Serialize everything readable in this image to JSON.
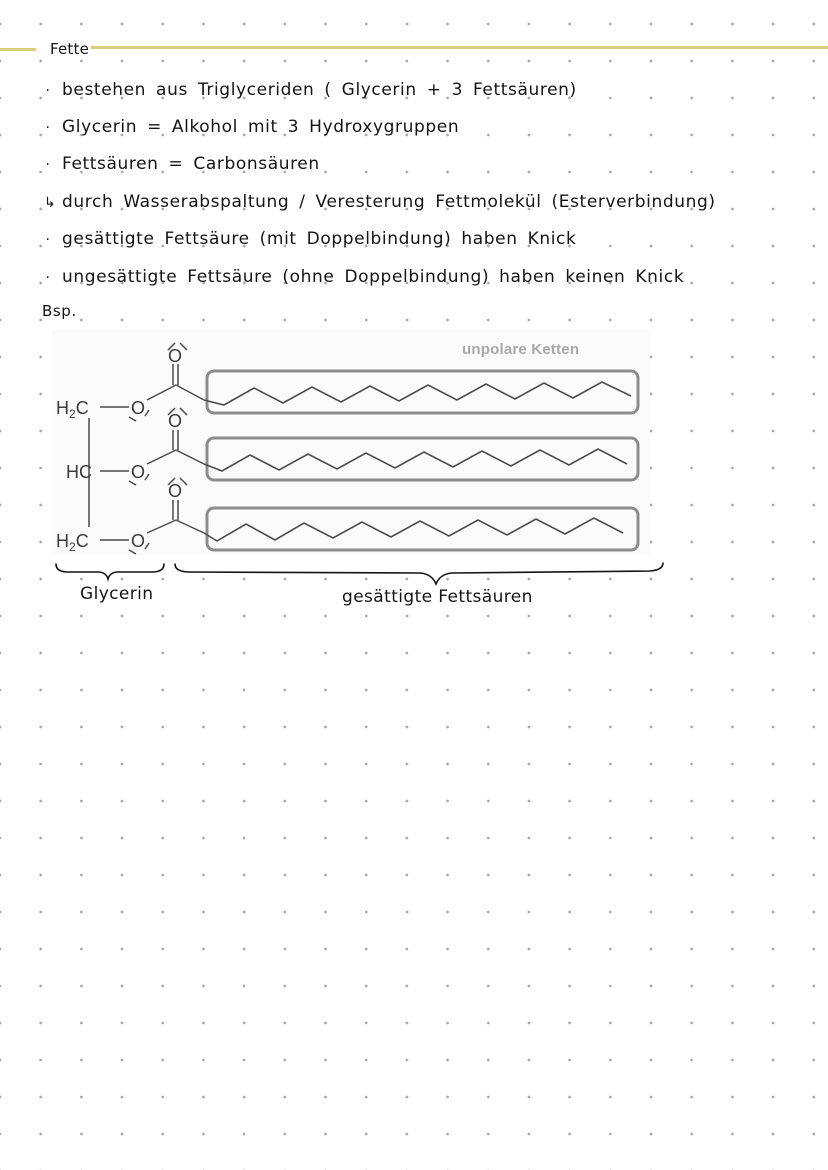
{
  "header": {
    "title": "Fette",
    "rule_color": "#d8cf7a"
  },
  "notes": [
    {
      "bullet": "·",
      "text": "bestehen aus Triglyceriden ( Glycerin + 3 Fettsäuren)"
    },
    {
      "bullet": "·",
      "text": "Glycerin = Alkohol mit 3 Hydroxygruppen"
    },
    {
      "bullet": "·",
      "text": "Fettsäuren = Carbonsäuren"
    },
    {
      "bullet": "↳",
      "text": "durch Wasserabspaltung / Veresterung  Fettmolekül (Esterverbindung)"
    },
    {
      "bullet": "·",
      "text": "gesättigte Fettsäure (mit Doppelbindung) haben Knick"
    },
    {
      "bullet": "·",
      "text": "ungesättigte Fettsäure (ohne Doppelbindung) haben keinen Knick"
    },
    {
      "bullet": "",
      "text": "Bsp."
    }
  ],
  "diagram": {
    "chain_label": "unpolare Ketten",
    "atoms": {
      "h2c_top": "H₂C",
      "hc_middle": "HC",
      "h2c_bottom": "H₂C",
      "oxygen": "O"
    },
    "chain_count": 3
  },
  "braces": {
    "left_label": "Glycerin",
    "right_label": "gesättigte Fettsäuren"
  },
  "colors": {
    "ink": "#141414",
    "dot": "#a6a6a6",
    "diagram_line": "#4a4a4a",
    "chain_box": "#8c8c8c",
    "chain_label": "#a8a8a8"
  }
}
